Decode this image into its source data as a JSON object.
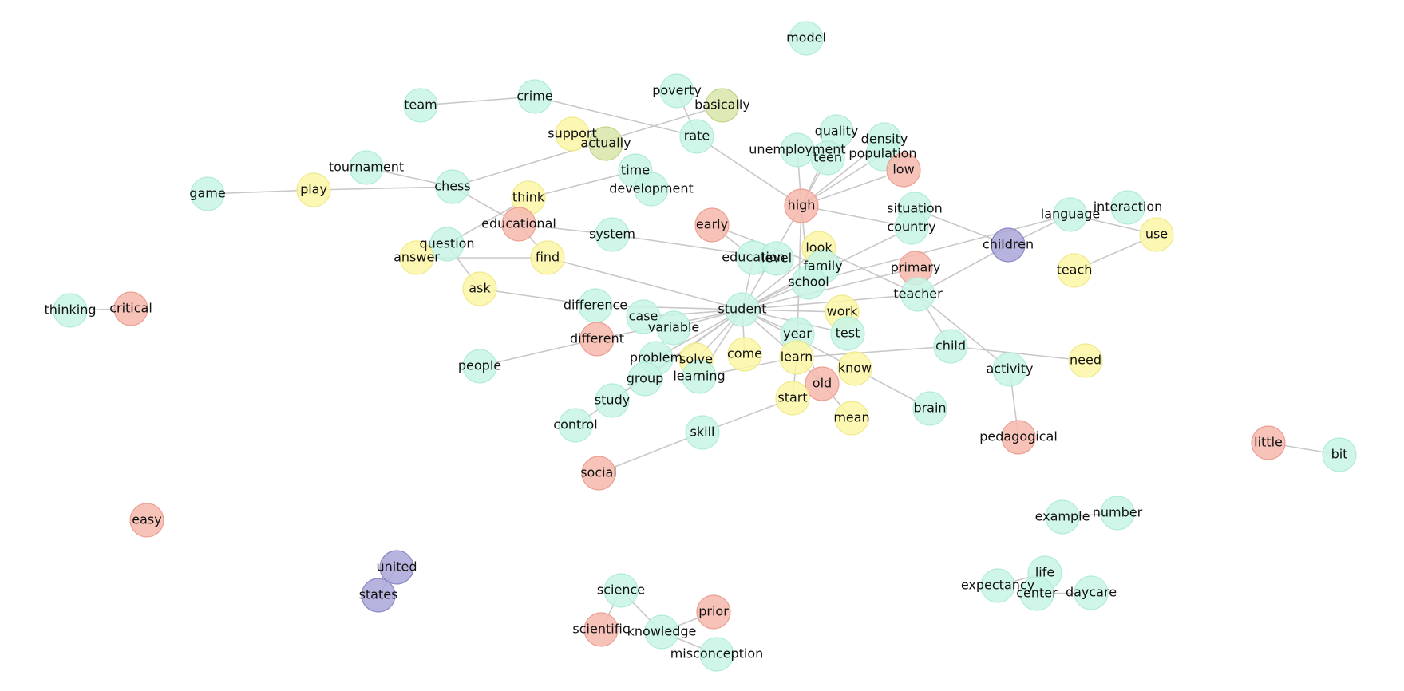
{
  "category_colors": {
    "noun": {
      "fill": "#c8f5e6",
      "stroke": "#b0ecd8"
    },
    "verb": {
      "fill": "#fbf7a6",
      "stroke": "#efe98c"
    },
    "adjective": {
      "fill": "#f6b8ad",
      "stroke": "#ec9e91"
    },
    "adverb": {
      "fill": "#d8e6a8",
      "stroke": "#c3d38b"
    },
    "proper": {
      "fill": "#a9a6d8",
      "stroke": "#8a86c4"
    }
  },
  "nodes": [
    {
      "id": "model",
      "label": "model",
      "category": "noun"
    },
    {
      "id": "team",
      "label": "team",
      "category": "noun"
    },
    {
      "id": "crime",
      "label": "crime",
      "category": "noun"
    },
    {
      "id": "poverty",
      "label": "poverty",
      "category": "noun"
    },
    {
      "id": "basically",
      "label": "basically",
      "category": "adverb"
    },
    {
      "id": "rate",
      "label": "rate",
      "category": "noun"
    },
    {
      "id": "support",
      "label": "support",
      "category": "verb"
    },
    {
      "id": "actually",
      "label": "actually",
      "category": "adverb"
    },
    {
      "id": "quality",
      "label": "quality",
      "category": "noun"
    },
    {
      "id": "density",
      "label": "density",
      "category": "noun"
    },
    {
      "id": "unemployment",
      "label": "unemployment",
      "category": "noun"
    },
    {
      "id": "teen",
      "label": "teen",
      "category": "noun"
    },
    {
      "id": "population",
      "label": "population",
      "category": "noun"
    },
    {
      "id": "low",
      "label": "low",
      "category": "adjective"
    },
    {
      "id": "tournament",
      "label": "tournament",
      "category": "noun"
    },
    {
      "id": "time",
      "label": "time",
      "category": "noun"
    },
    {
      "id": "chess",
      "label": "chess",
      "category": "noun"
    },
    {
      "id": "development",
      "label": "development",
      "category": "noun"
    },
    {
      "id": "game",
      "label": "game",
      "category": "noun"
    },
    {
      "id": "play",
      "label": "play",
      "category": "verb"
    },
    {
      "id": "think",
      "label": "think",
      "category": "verb"
    },
    {
      "id": "high",
      "label": "high",
      "category": "adjective"
    },
    {
      "id": "educational",
      "label": "educational",
      "category": "adjective"
    },
    {
      "id": "situation",
      "label": "situation",
      "category": "noun"
    },
    {
      "id": "interaction",
      "label": "interaction",
      "category": "noun"
    },
    {
      "id": "language",
      "label": "language",
      "category": "noun"
    },
    {
      "id": "early",
      "label": "early",
      "category": "adjective"
    },
    {
      "id": "country",
      "label": "country",
      "category": "noun"
    },
    {
      "id": "system",
      "label": "system",
      "category": "noun"
    },
    {
      "id": "question",
      "label": "question",
      "category": "noun"
    },
    {
      "id": "use",
      "label": "use",
      "category": "verb"
    },
    {
      "id": "children",
      "label": "children",
      "category": "proper"
    },
    {
      "id": "answer",
      "label": "answer",
      "category": "verb"
    },
    {
      "id": "find",
      "label": "find",
      "category": "verb"
    },
    {
      "id": "look",
      "label": "look",
      "category": "verb"
    },
    {
      "id": "education",
      "label": "education",
      "category": "noun"
    },
    {
      "id": "level",
      "label": "level",
      "category": "noun"
    },
    {
      "id": "family",
      "label": "family",
      "category": "noun"
    },
    {
      "id": "primary",
      "label": "primary",
      "category": "adjective"
    },
    {
      "id": "teach",
      "label": "teach",
      "category": "verb"
    },
    {
      "id": "ask",
      "label": "ask",
      "category": "verb"
    },
    {
      "id": "school",
      "label": "school",
      "category": "noun"
    },
    {
      "id": "teacher",
      "label": "teacher",
      "category": "noun"
    },
    {
      "id": "thinking",
      "label": "thinking",
      "category": "noun"
    },
    {
      "id": "critical",
      "label": "critical",
      "category": "adjective"
    },
    {
      "id": "difference",
      "label": "difference",
      "category": "noun"
    },
    {
      "id": "student",
      "label": "student",
      "category": "noun"
    },
    {
      "id": "case",
      "label": "case",
      "category": "noun"
    },
    {
      "id": "work",
      "label": "work",
      "category": "verb"
    },
    {
      "id": "variable",
      "label": "variable",
      "category": "noun"
    },
    {
      "id": "different",
      "label": "different",
      "category": "adjective"
    },
    {
      "id": "year",
      "label": "year",
      "category": "noun"
    },
    {
      "id": "test",
      "label": "test",
      "category": "noun"
    },
    {
      "id": "child",
      "label": "child",
      "category": "noun"
    },
    {
      "id": "come",
      "label": "come",
      "category": "verb"
    },
    {
      "id": "learn",
      "label": "learn",
      "category": "verb"
    },
    {
      "id": "need",
      "label": "need",
      "category": "verb"
    },
    {
      "id": "people",
      "label": "people",
      "category": "noun"
    },
    {
      "id": "problem",
      "label": "problem",
      "category": "noun"
    },
    {
      "id": "solve",
      "label": "solve",
      "category": "verb"
    },
    {
      "id": "know",
      "label": "know",
      "category": "verb"
    },
    {
      "id": "activity",
      "label": "activity",
      "category": "noun"
    },
    {
      "id": "group",
      "label": "group",
      "category": "noun"
    },
    {
      "id": "learning",
      "label": "learning",
      "category": "noun"
    },
    {
      "id": "old",
      "label": "old",
      "category": "adjective"
    },
    {
      "id": "study",
      "label": "study",
      "category": "noun"
    },
    {
      "id": "start",
      "label": "start",
      "category": "verb"
    },
    {
      "id": "brain",
      "label": "brain",
      "category": "noun"
    },
    {
      "id": "mean",
      "label": "mean",
      "category": "verb"
    },
    {
      "id": "control",
      "label": "control",
      "category": "noun"
    },
    {
      "id": "skill",
      "label": "skill",
      "category": "noun"
    },
    {
      "id": "pedagogical",
      "label": "pedagogical",
      "category": "adjective"
    },
    {
      "id": "little",
      "label": "little",
      "category": "adjective"
    },
    {
      "id": "bit",
      "label": "bit",
      "category": "noun"
    },
    {
      "id": "social",
      "label": "social",
      "category": "adjective"
    },
    {
      "id": "easy",
      "label": "easy",
      "category": "adjective"
    },
    {
      "id": "example",
      "label": "example",
      "category": "noun"
    },
    {
      "id": "number",
      "label": "number",
      "category": "noun"
    },
    {
      "id": "united",
      "label": "united",
      "category": "proper"
    },
    {
      "id": "states",
      "label": "states",
      "category": "proper"
    },
    {
      "id": "life",
      "label": "life",
      "category": "noun"
    },
    {
      "id": "expectancy",
      "label": "expectancy",
      "category": "noun"
    },
    {
      "id": "center",
      "label": "center",
      "category": "noun"
    },
    {
      "id": "daycare",
      "label": "daycare",
      "category": "noun"
    },
    {
      "id": "science",
      "label": "science",
      "category": "noun"
    },
    {
      "id": "prior",
      "label": "prior",
      "category": "adjective"
    },
    {
      "id": "scientific",
      "label": "scientific",
      "category": "adjective"
    },
    {
      "id": "knowledge",
      "label": "knowledge",
      "category": "noun"
    },
    {
      "id": "misconception",
      "label": "misconception",
      "category": "noun"
    }
  ],
  "edges": [
    [
      "team",
      "crime"
    ],
    [
      "crime",
      "rate"
    ],
    [
      "poverty",
      "rate"
    ],
    [
      "rate",
      "high"
    ],
    [
      "chess",
      "tournament"
    ],
    [
      "chess",
      "play"
    ],
    [
      "play",
      "game"
    ],
    [
      "chess",
      "basically"
    ],
    [
      "chess",
      "educational"
    ],
    [
      "think",
      "time"
    ],
    [
      "think",
      "question"
    ],
    [
      "educational",
      "find"
    ],
    [
      "educational",
      "system"
    ],
    [
      "system",
      "level"
    ],
    [
      "question",
      "ask"
    ],
    [
      "answer",
      "find"
    ],
    [
      "find",
      "student"
    ],
    [
      "ask",
      "difference"
    ],
    [
      "high",
      "unemployment"
    ],
    [
      "high",
      "quality"
    ],
    [
      "high",
      "density"
    ],
    [
      "high",
      "teen"
    ],
    [
      "high",
      "low"
    ],
    [
      "high",
      "population"
    ],
    [
      "high",
      "country"
    ],
    [
      "high",
      "student"
    ],
    [
      "high",
      "school"
    ],
    [
      "high",
      "learn"
    ],
    [
      "high",
      "year"
    ],
    [
      "time",
      "development"
    ],
    [
      "early",
      "family"
    ],
    [
      "early",
      "education"
    ],
    [
      "country",
      "student"
    ],
    [
      "situation",
      "children"
    ],
    [
      "language",
      "children"
    ],
    [
      "language",
      "interaction"
    ],
    [
      "language",
      "use"
    ],
    [
      "language",
      "school"
    ],
    [
      "children",
      "teacher"
    ],
    [
      "teach",
      "use"
    ],
    [
      "teacher",
      "activity"
    ],
    [
      "teacher",
      "child"
    ],
    [
      "teacher",
      "student"
    ],
    [
      "teacher",
      "look"
    ],
    [
      "primary",
      "student"
    ],
    [
      "activity",
      "pedagogical"
    ],
    [
      "child",
      "learn"
    ],
    [
      "need",
      "child"
    ],
    [
      "student",
      "difference"
    ],
    [
      "student",
      "case"
    ],
    [
      "student",
      "work"
    ],
    [
      "student",
      "variable"
    ],
    [
      "student",
      "different"
    ],
    [
      "student",
      "year"
    ],
    [
      "student",
      "test"
    ],
    [
      "student",
      "come"
    ],
    [
      "student",
      "learn"
    ],
    [
      "student",
      "problem"
    ],
    [
      "student",
      "solve"
    ],
    [
      "student",
      "know"
    ],
    [
      "student",
      "learning"
    ],
    [
      "student",
      "group"
    ],
    [
      "student",
      "study"
    ],
    [
      "student",
      "control"
    ],
    [
      "student",
      "look"
    ],
    [
      "student",
      "family"
    ],
    [
      "student",
      "school"
    ],
    [
      "student",
      "education"
    ],
    [
      "different",
      "people"
    ],
    [
      "learn",
      "start"
    ],
    [
      "learn",
      "old"
    ],
    [
      "learn",
      "learning"
    ],
    [
      "year",
      "old"
    ],
    [
      "old",
      "mean"
    ],
    [
      "skill",
      "start"
    ],
    [
      "skill",
      "social"
    ],
    [
      "know",
      "brain"
    ],
    [
      "thinking",
      "critical"
    ],
    [
      "little",
      "bit"
    ],
    [
      "example",
      "number"
    ],
    [
      "united",
      "states"
    ],
    [
      "expectancy",
      "life"
    ],
    [
      "center",
      "daycare"
    ],
    [
      "center",
      "life"
    ],
    [
      "science",
      "scientific"
    ],
    [
      "science",
      "knowledge"
    ],
    [
      "knowledge",
      "prior"
    ],
    [
      "knowledge",
      "misconception"
    ]
  ]
}
